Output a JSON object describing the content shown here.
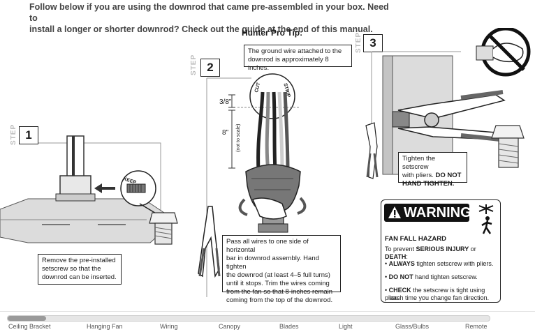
{
  "intro": {
    "line1": "Follow below if you are using the downrod that came pre-assembled in your box. Need to",
    "line2": "install a longer or shorter downrod? Check out the guide at the end of this manual."
  },
  "steps": [
    {
      "label": "STEP",
      "number": "1"
    },
    {
      "label": "STEP",
      "number": "2"
    },
    {
      "label": "STEP",
      "number": "3"
    }
  ],
  "step1": {
    "keep_label": "KEEP",
    "callout": [
      "Remove the pre-installed",
      "setscrew so that the",
      "downrod can be inserted."
    ]
  },
  "step2": {
    "protip_title": "Hunter Pro Tip:",
    "protip_text": [
      "The ground wire attached to the",
      "downrod is approximately 8 inches."
    ],
    "dim_small": "3/8\"",
    "dim_large": "8\"",
    "not_to_scale": "(not to scale)",
    "cut_label": "CUT",
    "strip_label": "STRIP",
    "callout": [
      "Pass all wires to one side of horizontal",
      "bar in downrod assembly. Hand tighten",
      "the downrod (at least 4–5 full turns)",
      "until it stops. Trim the wires coming",
      "from the fan so that 8-inches remain",
      "coming from the top of the downrod."
    ]
  },
  "step3": {
    "callout_line1": "Tighten the setscrew",
    "callout_line2_a": "with pliers. ",
    "callout_line2_b": "DO NOT",
    "callout_line3": "HAND TIGHTEN."
  },
  "warning": {
    "title": "WARNING",
    "hazard": "FAN FALL HAZARD",
    "prevent_a": "To prevent ",
    "prevent_b": "SERIOUS INJURY",
    "prevent_c": " or ",
    "prevent_d": "DEATH",
    "prevent_e": ":",
    "bullet1_a": "ALWAYS",
    "bullet1_b": " tighten setscrew with pliers.",
    "bullet2_a": "DO NOT",
    "bullet2_b": " hand tighten setscrew.",
    "bullet3_a": "CHECK",
    "bullet3_b": " the setscrew is tight using pliers",
    "bullet3_c": "each time you change fan direction."
  },
  "footer": {
    "progress_percent": 8,
    "nav": [
      "Ceiling Bracket",
      "Hanging Fan",
      "Wiring",
      "Canopy",
      "Blades",
      "Light",
      "Glass/Bulbs",
      "Remote"
    ]
  }
}
